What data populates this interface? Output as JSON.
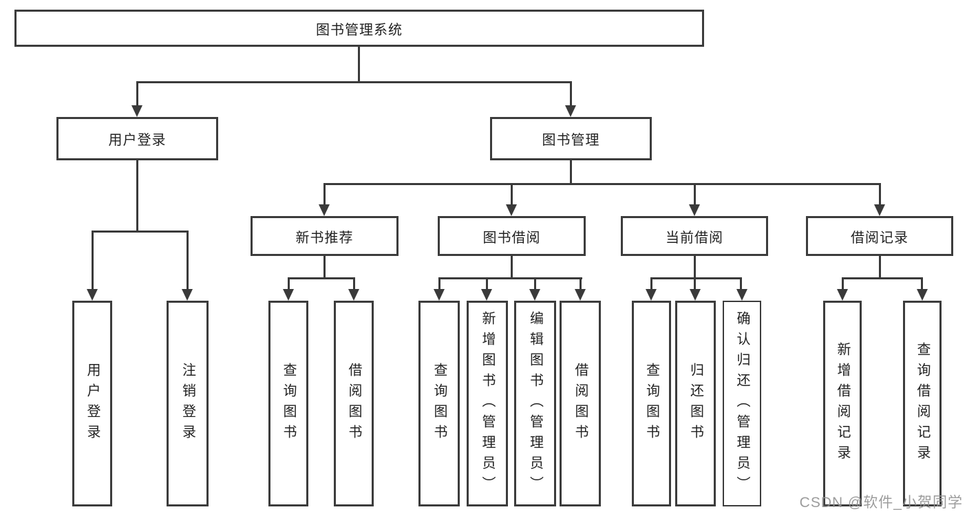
{
  "tree": {
    "root": {
      "label": "图书管理系统"
    },
    "branches": [
      {
        "label": "用户登录",
        "children": [
          {
            "label": "用户登录"
          },
          {
            "label": "注销登录"
          }
        ]
      },
      {
        "label": "图书管理",
        "children": [
          {
            "label": "新书推荐",
            "children": [
              {
                "label": "查询图书"
              },
              {
                "label": "借阅图书"
              }
            ]
          },
          {
            "label": "图书借阅",
            "children": [
              {
                "label": "查询图书"
              },
              {
                "label": "新增图书（管理员）"
              },
              {
                "label": "编辑图书（管理员）"
              },
              {
                "label": "借阅图书"
              }
            ]
          },
          {
            "label": "当前借阅",
            "children": [
              {
                "label": "查询图书"
              },
              {
                "label": "归还图书"
              },
              {
                "label": "确认归还（管理员）"
              }
            ]
          },
          {
            "label": "借阅记录",
            "children": [
              {
                "label": "新增借阅记录"
              },
              {
                "label": "查询借阅记录"
              }
            ]
          }
        ]
      }
    ]
  },
  "watermark": {
    "text": "CSDN @软件_小贺同学"
  },
  "colors": {
    "line": "#3a3a3a",
    "border": "#3c3c3c",
    "text": "#222222",
    "background": "#ffffff",
    "watermark": "#949494"
  }
}
